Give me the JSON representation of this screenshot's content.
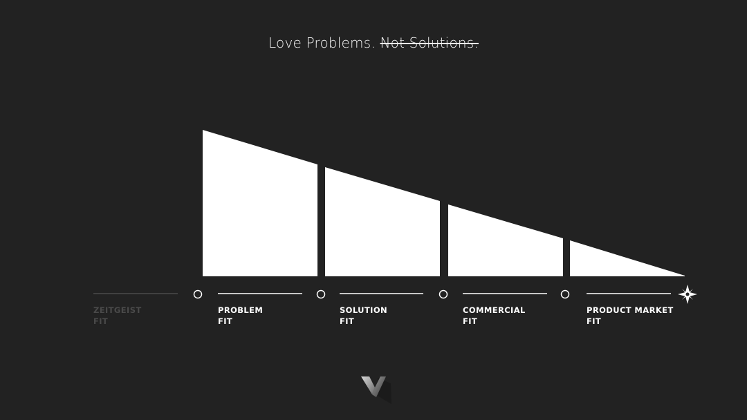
{
  "header": {
    "title_main": "Love Problems.",
    "title_struck": "Not Solutions."
  },
  "stages": [
    {
      "line1": "ZEITGEIST",
      "line2": "FIT",
      "state": "inactive"
    },
    {
      "line1": "PROBLEM",
      "line2": "FIT",
      "state": "active"
    },
    {
      "line1": "SOLUTION",
      "line2": "FIT",
      "state": "active"
    },
    {
      "line1": "COMMERCIAL",
      "line2": "FIT",
      "state": "active"
    },
    {
      "line1": "PRODUCT MARKET",
      "line2": "FIT",
      "state": "active"
    }
  ],
  "icons": {
    "milestone": "circle-outline-icon",
    "goal": "compass-star-icon",
    "logo": "v-logo-icon"
  },
  "colors": {
    "background": "#222222",
    "foreground": "#ffffff",
    "inactive": "#4a4a4a"
  }
}
